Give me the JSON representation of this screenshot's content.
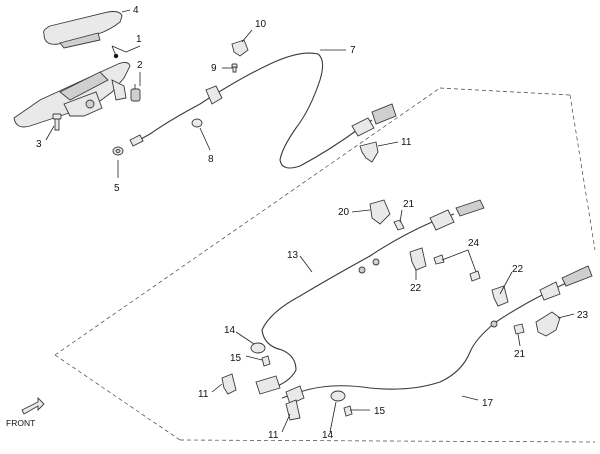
{
  "front_label": "FRONT",
  "callouts": {
    "c1": "1",
    "c2": "2",
    "c3": "3",
    "c4": "4",
    "c5": "5",
    "c7": "7",
    "c8": "8",
    "c9": "9",
    "c10": "10",
    "c11a": "11",
    "c11b": "11",
    "c11c": "11",
    "c13": "13",
    "c14a": "14",
    "c14b": "14",
    "c15a": "15",
    "c15b": "15",
    "c17": "17",
    "c20": "20",
    "c21a": "21",
    "c21b": "21",
    "c22a": "22",
    "c22b": "22",
    "c23": "23",
    "c24": "24"
  }
}
